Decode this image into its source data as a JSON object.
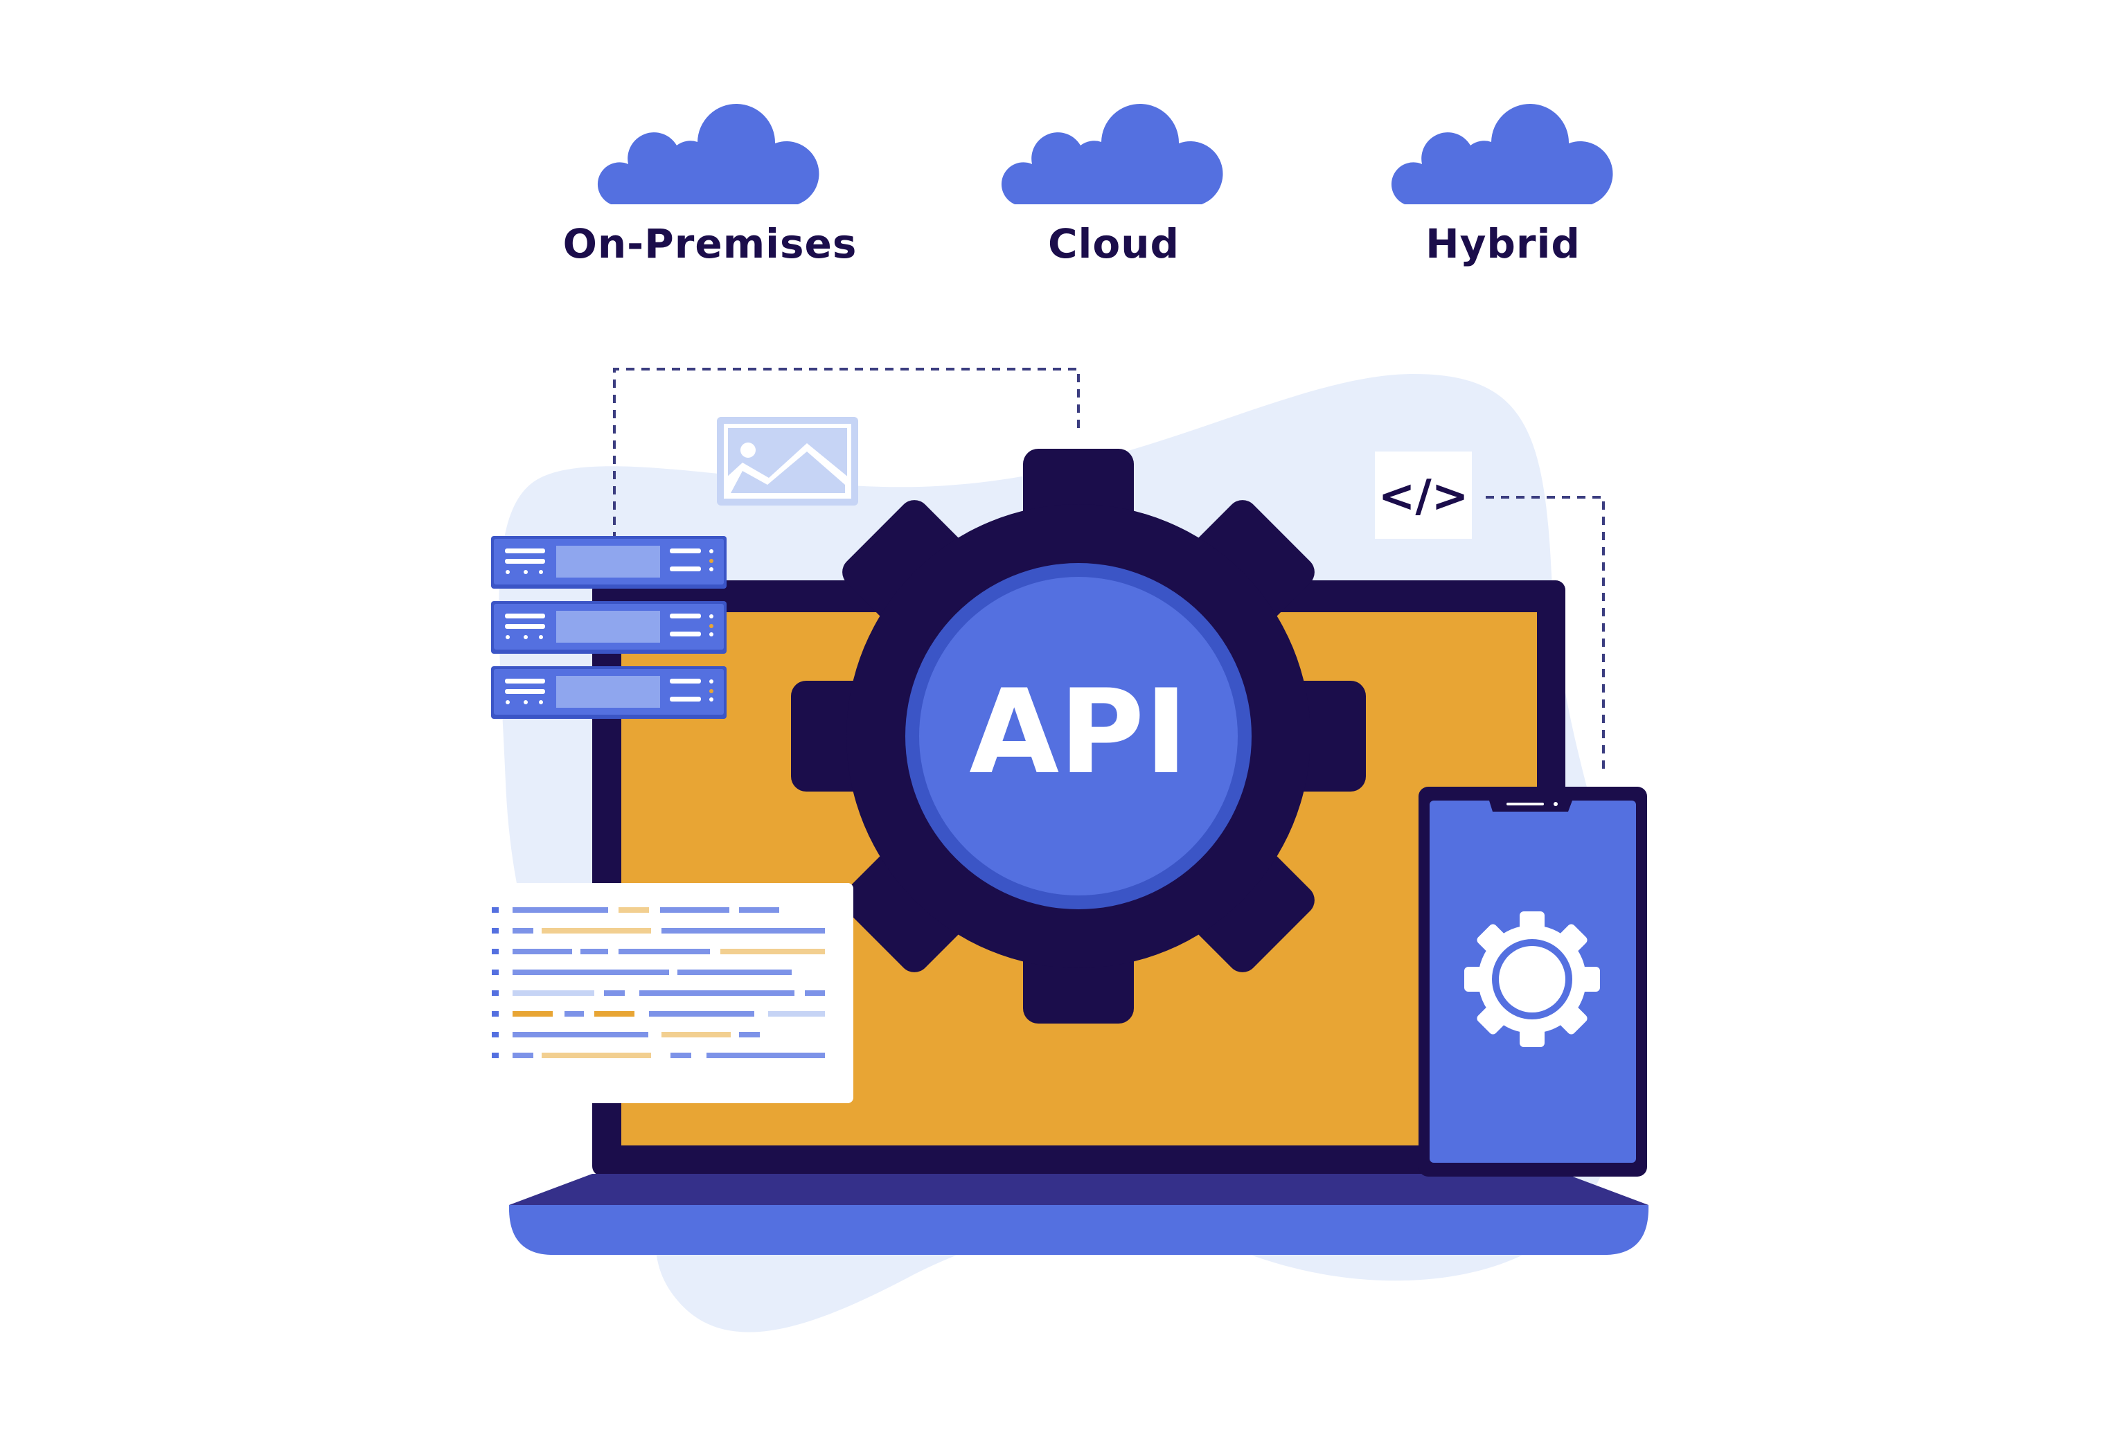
{
  "deployment_options": [
    {
      "label": "On-Premises",
      "icon": "cloud-icon"
    },
    {
      "label": "Cloud",
      "icon": "cloud-icon"
    },
    {
      "label": "Hybrid",
      "icon": "cloud-icon"
    }
  ],
  "gear": {
    "label": "API",
    "icon": "gear-icon"
  },
  "code_tag": {
    "label": "</>",
    "icon": "code-icon"
  },
  "phone": {
    "icon": "settings-gear-icon"
  },
  "servers": {
    "count": 3,
    "icon": "server-rack-icon"
  },
  "image_card": {
    "icon": "image-icon"
  },
  "colors": {
    "accent_blue": "#5470e0",
    "dark_navy": "#1b0d4b",
    "screen_orange": "#e8a534",
    "blob_light": "#e7eefb",
    "label_text": "#1b0d4b",
    "server_light": "#8fa6ee"
  }
}
